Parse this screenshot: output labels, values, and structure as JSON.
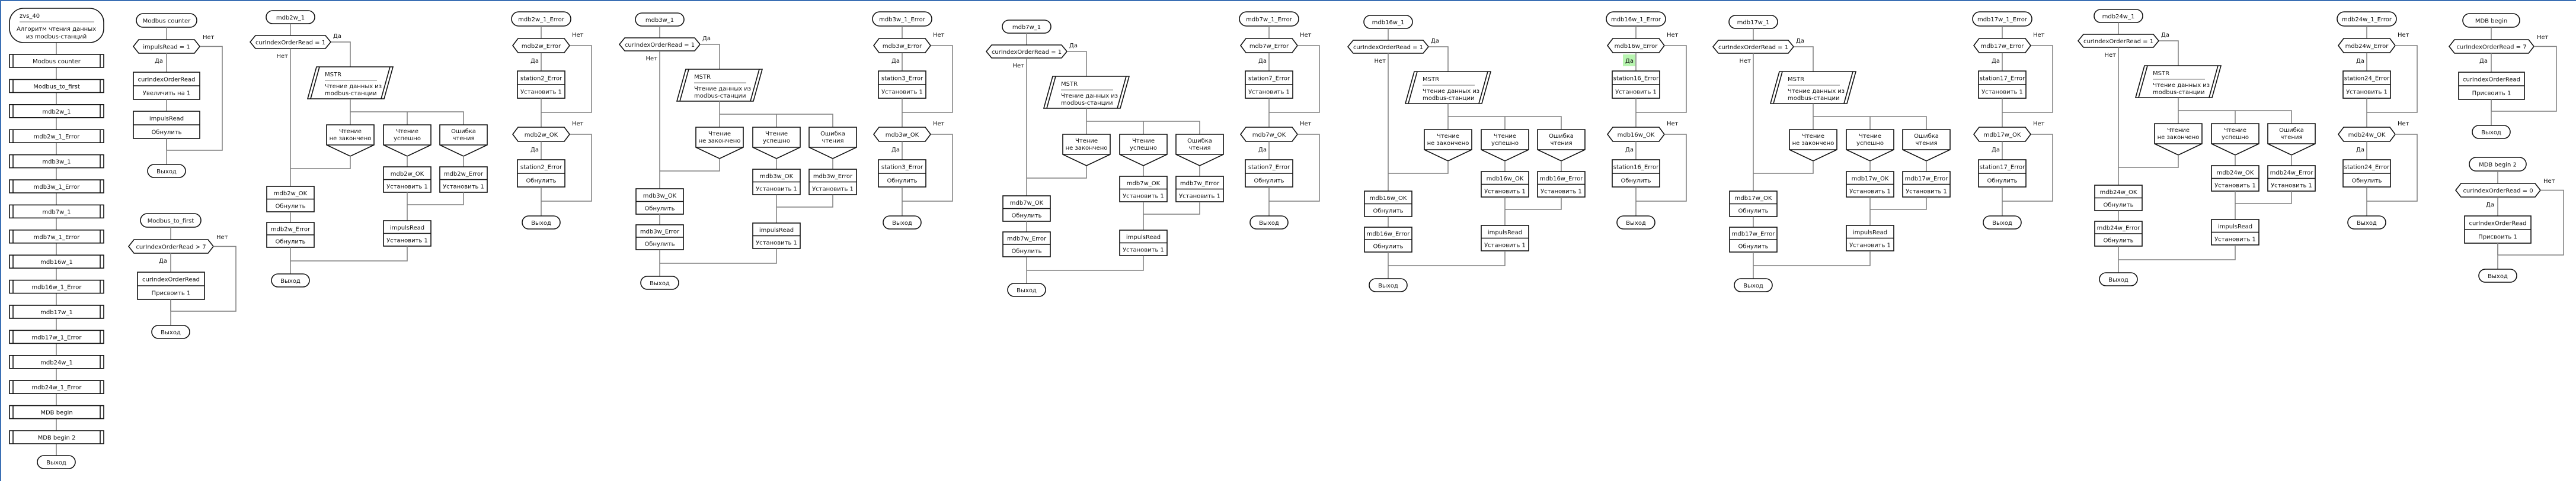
{
  "labels": {
    "yes": "Да",
    "no": "Нет",
    "exit": "Выход",
    "set": "Установить 1",
    "reset": "Обнулить"
  },
  "main": {
    "id": "zvs_40",
    "description": [
      "Алгоритм чтения данных",
      "из modbus-станций"
    ],
    "items": [
      "Modbus counter",
      "Modbus_to_first",
      "mdb2w_1",
      "mdb2w_1_Error",
      "mdb3w_1",
      "mdb3w_1_Error",
      "mdb7w_1",
      "mdb7w_1_Error",
      "mdb16w_1",
      "mdb16w_1_Error",
      "mdb17w_1",
      "mdb17w_1_Error",
      "mdb24w_1",
      "mdb24w_1_Error",
      "MDB begin",
      "MDB begin 2"
    ]
  },
  "counter": {
    "title": "Modbus counter",
    "condition": "impulsRead = 1",
    "actions": [
      {
        "var": "curIndexOrderRead",
        "op": "Увеличить на 1"
      },
      {
        "var": "impulsRead",
        "op": "Обнулить"
      }
    ]
  },
  "to_first": {
    "title": "Modbus_to_first",
    "condition": "curIndexOrderRead > 7",
    "actions": [
      {
        "var": "curIndexOrderRead",
        "op": "Присвоить 1"
      }
    ]
  },
  "mstr": {
    "title": "MSTR",
    "description": [
      "Чтение данных из",
      "modbus-станции"
    ]
  },
  "cases": [
    [
      "Чтение",
      "не закончено"
    ],
    [
      "Чтение",
      "успешно"
    ],
    [
      "Ошибка",
      "чтения"
    ]
  ],
  "read_diagrams": [
    {
      "title": "mdb2w_1",
      "condition": "curIndexOrderRead = 1",
      "ok_var": "mdb2w_OK",
      "error_var": "mdb2w_Error",
      "impuls_var": "impulsRead"
    },
    {
      "title": "mdb3w_1",
      "condition": "curIndexOrderRead = 1",
      "ok_var": "mdb3w_OK",
      "error_var": "mdb3w_Error",
      "impuls_var": "impulsRead"
    },
    {
      "title": "mdb7w_1",
      "condition": "curIndexOrderRead = 1",
      "ok_var": "mdb7w_OK",
      "error_var": "mdb7w_Error",
      "impuls_var": "impulsRead"
    },
    {
      "title": "mdb16w_1",
      "condition": "curIndexOrderRead = 1",
      "ok_var": "mdb16w_OK",
      "error_var": "mdb16w_Error",
      "impuls_var": "impulsRead"
    },
    {
      "title": "mdb17w_1",
      "condition": "curIndexOrderRead = 1",
      "ok_var": "mdb17w_OK",
      "error_var": "mdb17w_Error",
      "impuls_var": "impulsRead"
    },
    {
      "title": "mdb24w_1",
      "condition": "curIndexOrderRead = 1",
      "ok_var": "mdb24w_OK",
      "error_var": "mdb24w_Error",
      "impuls_var": "impulsRead"
    }
  ],
  "error_diagrams": [
    {
      "title": "mdb2w_1_Error",
      "cond1": "mdb2w_Error",
      "cond2": "mdb2w_OK",
      "station_var": "station2_Error"
    },
    {
      "title": "mdb3w_1_Error",
      "cond1": "mdb3w_Error",
      "cond2": "mdb3w_OK",
      "station_var": "station3_Error"
    },
    {
      "title": "mdb7w_1_Error",
      "cond1": "mdb7w_Error",
      "cond2": "mdb7w_OK",
      "station_var": "station7_Error"
    },
    {
      "title": "mdb16w_1_Error",
      "cond1": "mdb16w_Error",
      "cond2": "mdb16w_OK",
      "station_var": "station16_Error",
      "highlight_yes": true
    },
    {
      "title": "mdb17w_1_Error",
      "cond1": "mdb17w_Error",
      "cond2": "mdb17w_OK",
      "station_var": "station17_Error"
    },
    {
      "title": "mdb24w_1_Error",
      "cond1": "mdb24w_Error",
      "cond2": "mdb24w_OK",
      "station_var": "station24_Error"
    }
  ],
  "mdb_begin": {
    "title": "MDB begin",
    "condition": "curIndexOrderRead = 7",
    "actions": [
      {
        "var": "curIndexOrderRead",
        "op": "Присвоить 1"
      }
    ]
  },
  "mdb_begin2": {
    "title": "MDB begin 2",
    "condition": "curIndexOrderRead = 0",
    "actions": [
      {
        "var": "curIndexOrderRead",
        "op": "Присвоить 1"
      }
    ]
  },
  "colors": {
    "frame": "#3a6fb4",
    "highlight": "#b8f5b0"
  }
}
